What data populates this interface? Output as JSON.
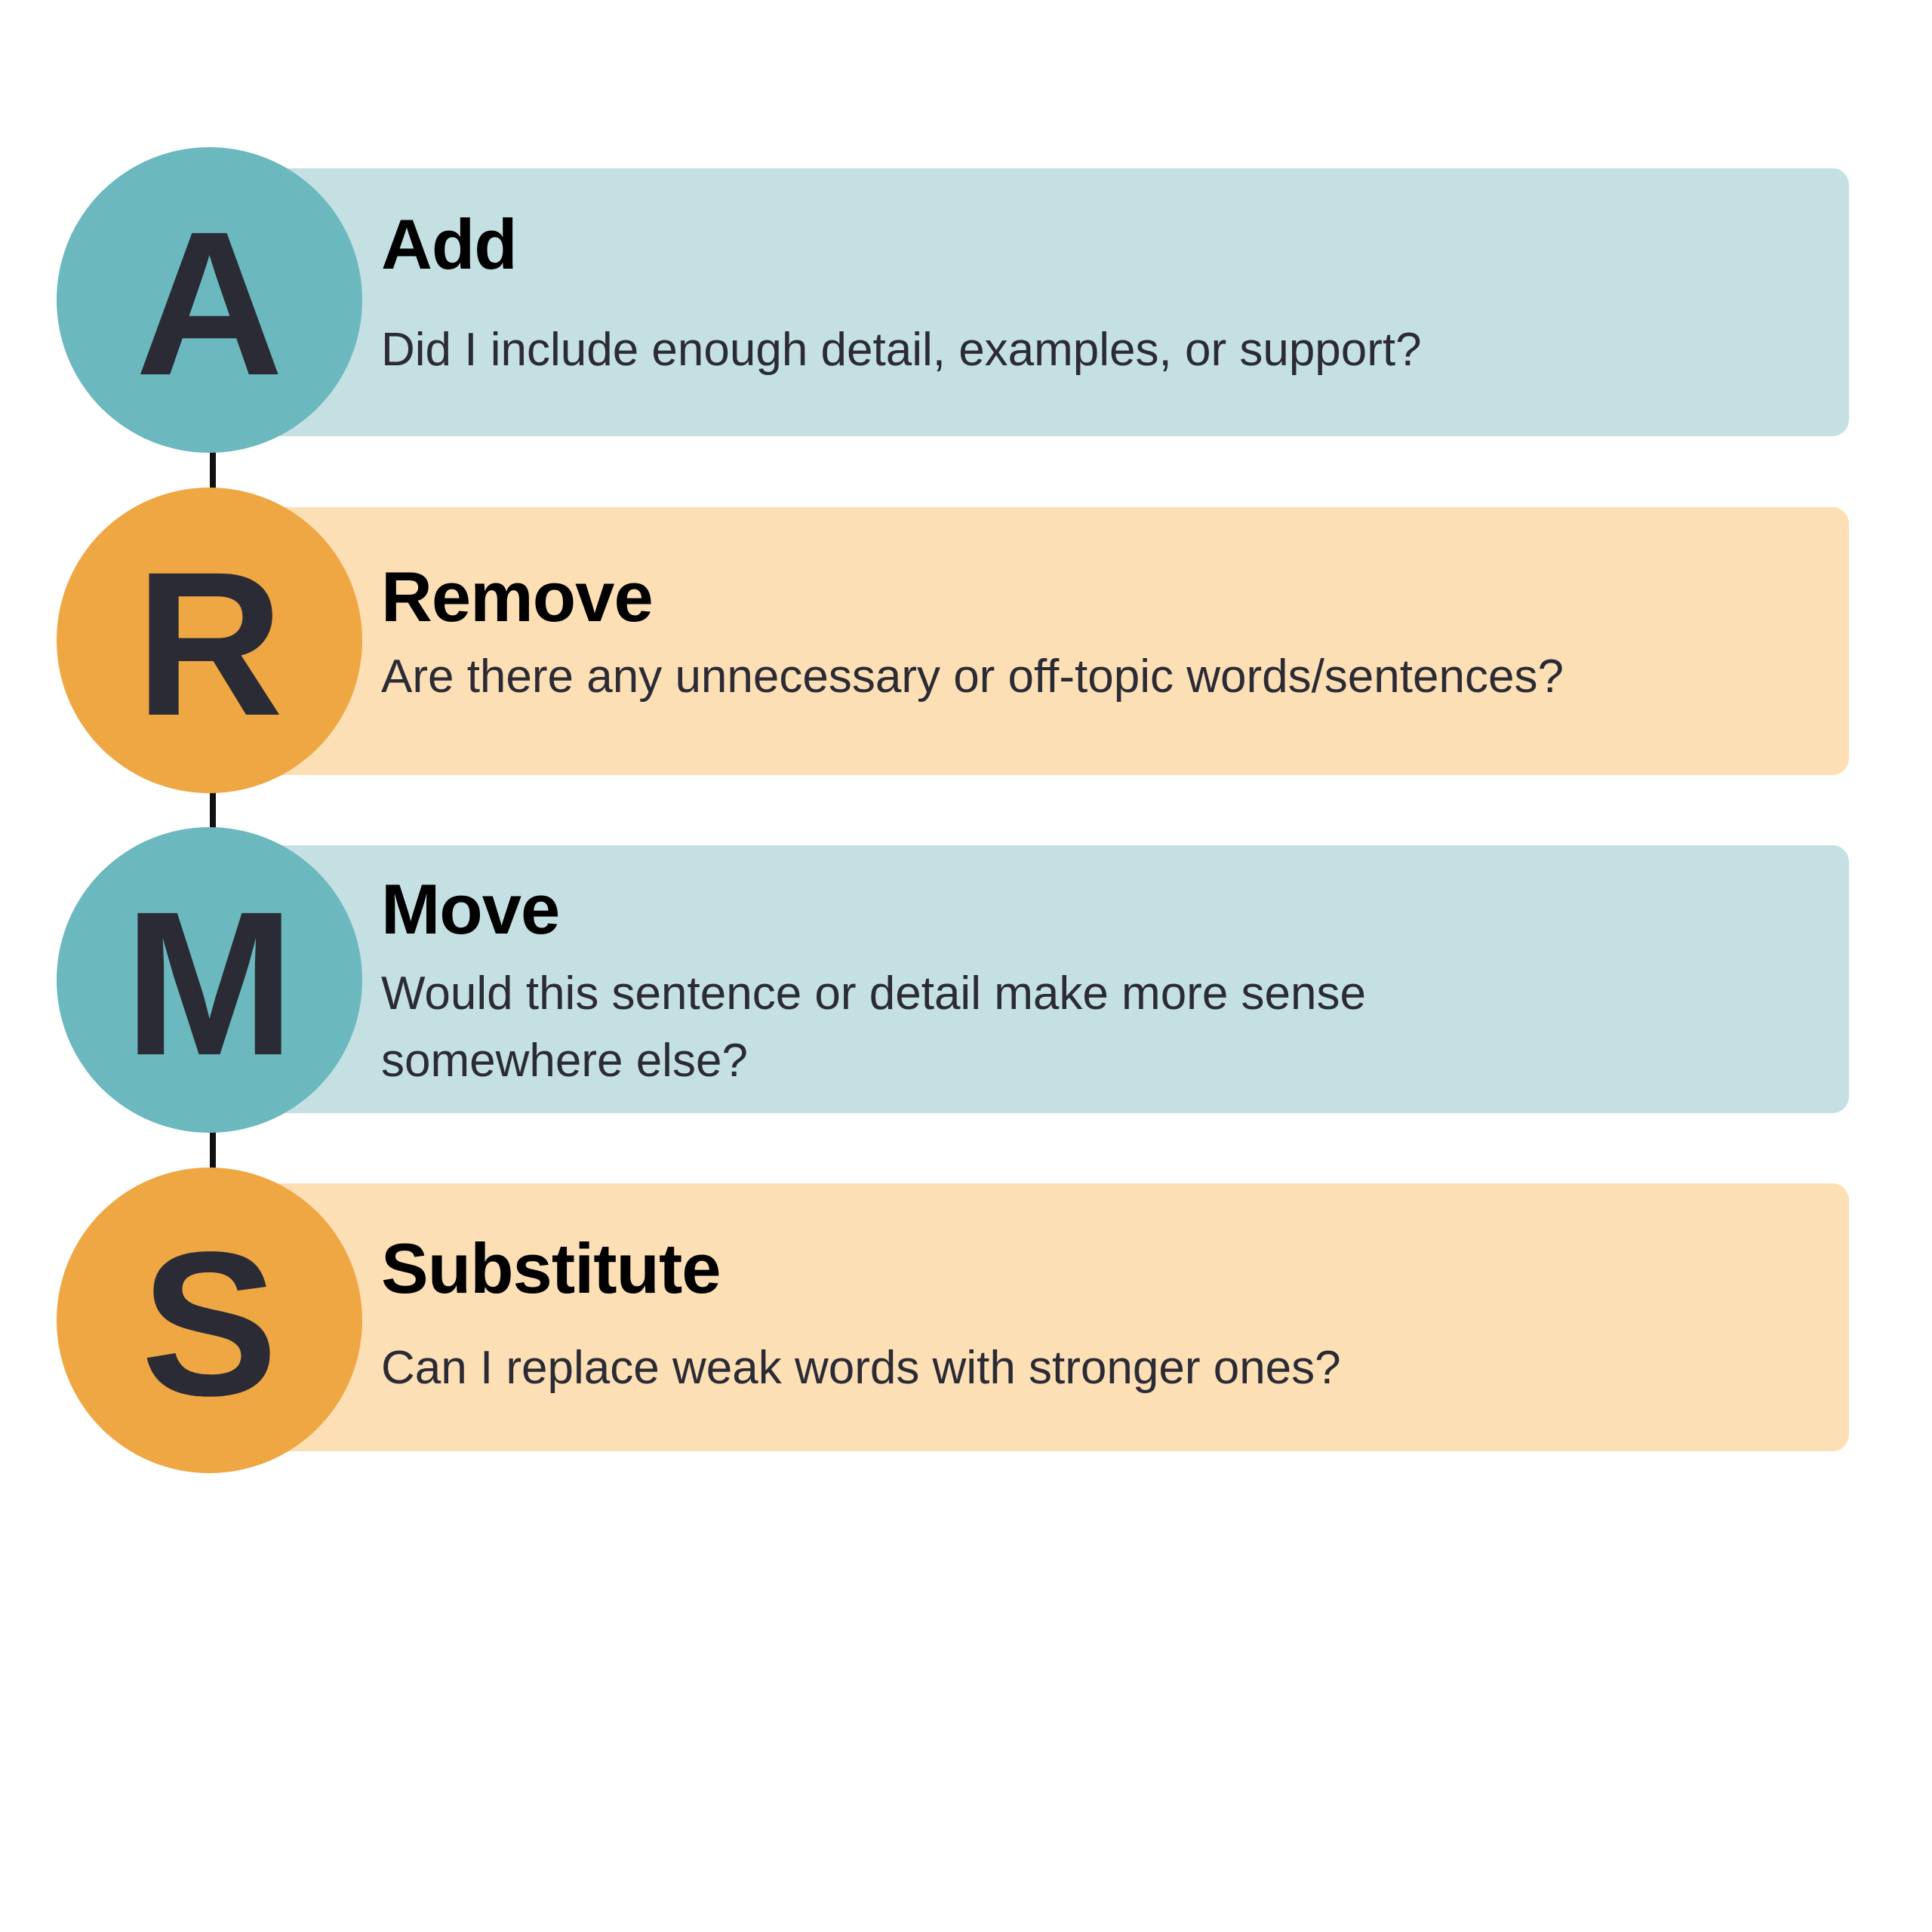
{
  "colors": {
    "teal_circle": "#6BB8BE",
    "teal_bar": "#C5E0E3",
    "orange_circle": "#EFA744",
    "orange_bar": "#FDDFB5",
    "letter": "#2B2B35",
    "heading": "#000000",
    "body": "#2B2B35",
    "connector": "#111111"
  },
  "steps": [
    {
      "letter": "A",
      "title": "Add",
      "question": "Did I include enough detail, examples, or support?",
      "theme": "teal"
    },
    {
      "letter": "R",
      "title": "Remove",
      "question": "Are there any unnecessary or off-topic words/sentences?",
      "theme": "orange"
    },
    {
      "letter": "M",
      "title": "Move",
      "question_lines": [
        "Would this sentence or detail make more sense",
        "somewhere else?"
      ],
      "question": "Would this sentence or detail make more sense somewhere else?",
      "theme": "teal"
    },
    {
      "letter": "S",
      "title": "Substitute",
      "question": "Can I replace weak words with stronger ones?",
      "theme": "orange"
    }
  ]
}
